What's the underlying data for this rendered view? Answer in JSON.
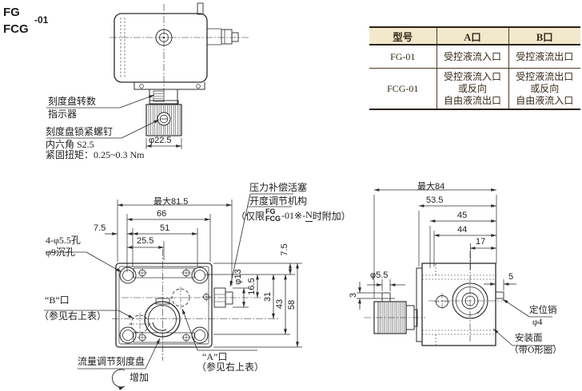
{
  "title": {
    "model_top": "FG",
    "model_bottom": "FCG",
    "size_suffix": "-01"
  },
  "colors": {
    "table_header_bg": "#f2e8cc",
    "table_border": "#2b2216",
    "table_text": "#33281a",
    "line": "#2b2b2b",
    "text": "#1c1c1c"
  },
  "port_table": {
    "headers": [
      "型号",
      "A口",
      "B口"
    ],
    "rows": [
      {
        "model": "FG-01",
        "a": [
          "受控液流入口"
        ],
        "b": [
          "受控液流出口"
        ]
      },
      {
        "model": "FCG-01",
        "a": [
          "受控液流入口",
          "或反向",
          "自由液流出口"
        ],
        "b": [
          "受控液流出口",
          "或反向",
          "自由液流入口"
        ]
      }
    ]
  },
  "top_view": {
    "dial_indicator_line1": "刻度盘转数",
    "dial_indicator_line2": "指示器",
    "lock_screw_label": "刻度盘锁紧螺钉",
    "hex_socket": "内六角 S2.5",
    "torque": "紧固扭矩：0.25~0.3 Nm",
    "knob_diameter": "φ22.5"
  },
  "front_view": {
    "max_width": "最大81.5",
    "width_66": "66",
    "width_51": "51",
    "width_25_5": "25.5",
    "offset_7_5": "7.5",
    "height_7_5": "7.5",
    "port_dia_13": "φ13",
    "height_16_5": "16.5",
    "height_31": "31",
    "height_43": "43",
    "height_58": "58",
    "holes_line1": "4-φ5.5孔",
    "holes_line2": "φ9沉孔",
    "port_b": "“B”口",
    "port_b_ref": "（参见右上表）",
    "flow_dial": "流量调节刻度盘",
    "increase": "增加",
    "port_a": "“A”口",
    "port_a_ref": "（参见右上表）",
    "compensator_line1": "压力补偿活塞",
    "compensator_line2": "开度调节机构",
    "note_prefix": "（仅限",
    "note_model_top": "FG",
    "note_model_bottom": "FCG",
    "note_mid": "-01※-",
    "note_n": "N",
    "note_suffix": "时附加）"
  },
  "side_view": {
    "max_width": "最大84",
    "width_53_5": "53.5",
    "width_45": "45",
    "width_44": "44",
    "width_17": "17",
    "stem_dia": "φ5.5",
    "offset_3": "3",
    "pin_len_5": "5",
    "pin_label": "定位销",
    "pin_dia": "φ4",
    "mount_label": "安装面",
    "mount_note": "（带O形圈）"
  }
}
